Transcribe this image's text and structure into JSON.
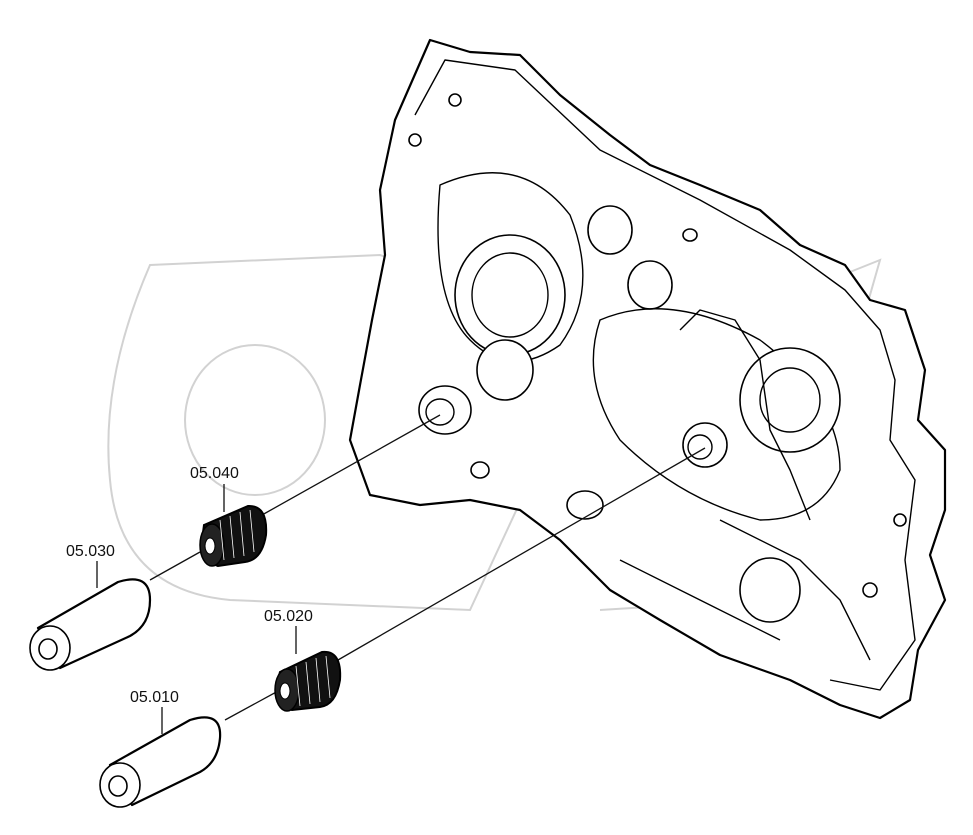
{
  "parts": [
    {
      "id": "p1",
      "label": "05.010"
    },
    {
      "id": "p2",
      "label": "05.020"
    },
    {
      "id": "p3",
      "label": "05.030"
    },
    {
      "id": "p4",
      "label": "05.040"
    }
  ],
  "colors": {
    "line": "#000000",
    "background": "#ffffff",
    "watermark": "#d2d2d2"
  }
}
